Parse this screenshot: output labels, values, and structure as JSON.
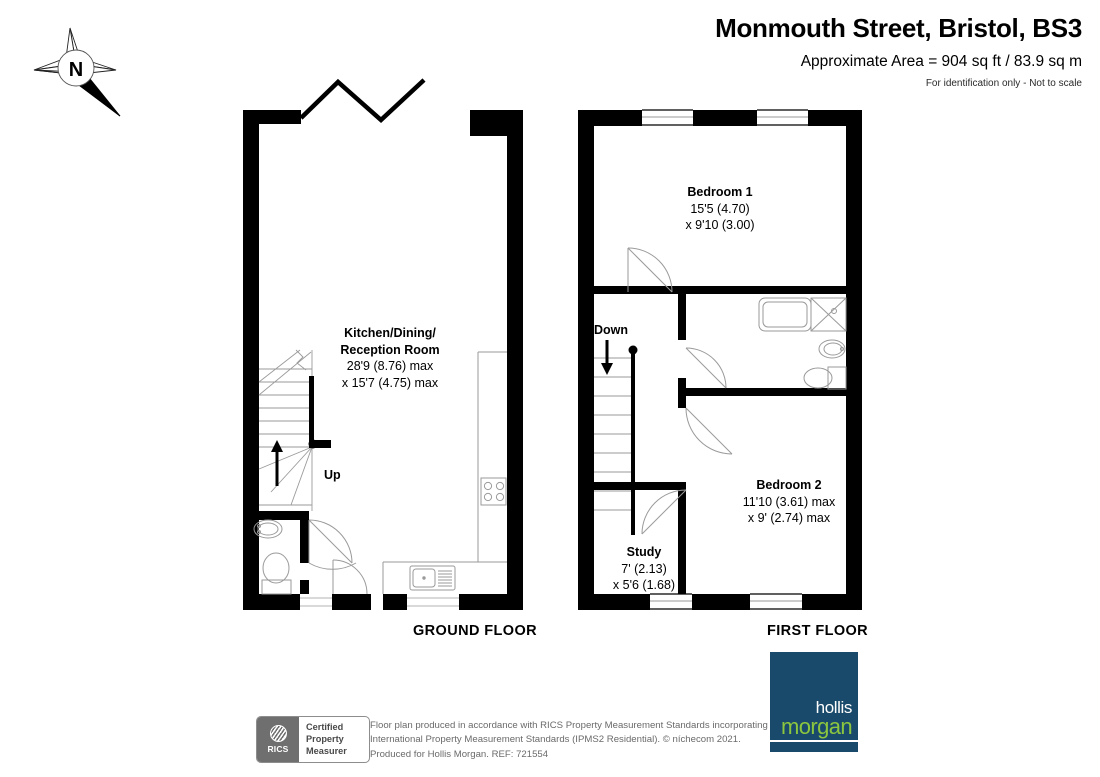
{
  "header": {
    "title": "Monmouth Street, Bristol, BS3",
    "area": "Approximate Area = 904 sq ft / 83.9 sq m",
    "identification": "For identification only - Not to scale"
  },
  "compass": {
    "north_label": "N",
    "icon": "compass-rose-icon"
  },
  "floors": [
    {
      "id": "ground",
      "label": "GROUND FLOOR",
      "rooms": [
        {
          "name": "Kitchen/Dining/",
          "name2": "Reception Room",
          "dim1": "28'9 (8.76) max",
          "dim2": "x 15'7 (4.75) max"
        }
      ],
      "stair_label": "Up"
    },
    {
      "id": "first",
      "label": "FIRST FLOOR",
      "rooms": [
        {
          "name": "Bedroom 1",
          "dim1": "15'5 (4.70)",
          "dim2": "x 9'10 (3.00)"
        },
        {
          "name": "Bedroom 2",
          "dim1": "11'10 (3.61) max",
          "dim2": "x 9' (2.74) max"
        },
        {
          "name": "Study",
          "dim1": "7' (2.13)",
          "dim2": "x 5'6 (1.68)"
        }
      ],
      "stair_label": "Down"
    }
  ],
  "footer": {
    "rics": {
      "mark_text": "RICS",
      "line1": "Certified",
      "line2": "Property",
      "line3": "Measurer"
    },
    "disclaimer_line1": "Floor plan produced in accordance with RICS Property Measurement Standards incorporating",
    "disclaimer_line2": "International Property Measurement Standards (IPMS2 Residential).   © níchecom 2021.",
    "disclaimer_line3": "Produced for Hollis Morgan.   REF: 721554",
    "logo": {
      "line1": "hollis",
      "line2": "morgan"
    }
  },
  "colors": {
    "wall": "#000000",
    "fixture_stroke": "#9a9a9a",
    "logo_navy": "#1a4a6b",
    "logo_green": "#8cc63f",
    "rics_gray": "#6f6f6f",
    "disclaimer_gray": "#6a6a6a"
  }
}
